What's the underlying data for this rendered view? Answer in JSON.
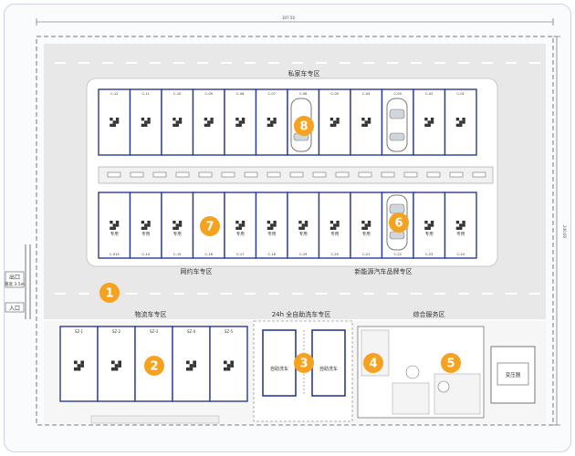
{
  "dimensions": {
    "total_width": "307.50",
    "total_height": "240.00"
  },
  "zones": {
    "private": "私家车专区",
    "ride_hailing": "网约车专区",
    "new_energy": "新能源汽车品牌专区",
    "logistics": "物流车专区",
    "car_wash": "24h 全自助洗车专区",
    "service": "综合服务区"
  },
  "entrances": {
    "exit": "出口",
    "exit_sub": "限宽 3.5m",
    "entry": "入口"
  },
  "top_row_labels": [
    "C-12",
    "C-11",
    "C-10",
    "C-09",
    "C-08",
    "C-07",
    "C-06",
    "C-05",
    "C-04",
    "C-03",
    "C-02",
    "C-01"
  ],
  "bottom_row_labels": [
    "C-013",
    "C-14",
    "C-15",
    "C-16",
    "C-17",
    "C-18",
    "C-19",
    "C-20",
    "C-21",
    "C-22",
    "C-23",
    "C-24"
  ],
  "logistics_labels": [
    "SZ-1",
    "SZ-2",
    "SZ-3",
    "SZ-4",
    "SZ-5"
  ],
  "wash_bays": [
    "自助洗车",
    "自助洗车"
  ],
  "station": "变压器",
  "tag_ride": "专用",
  "badges": [
    "1",
    "2",
    "3",
    "4",
    "5",
    "6",
    "7",
    "8"
  ],
  "colors": {
    "badge": "#f4a21f",
    "stall_border": "#2a3d8f",
    "road": "#ececec"
  }
}
